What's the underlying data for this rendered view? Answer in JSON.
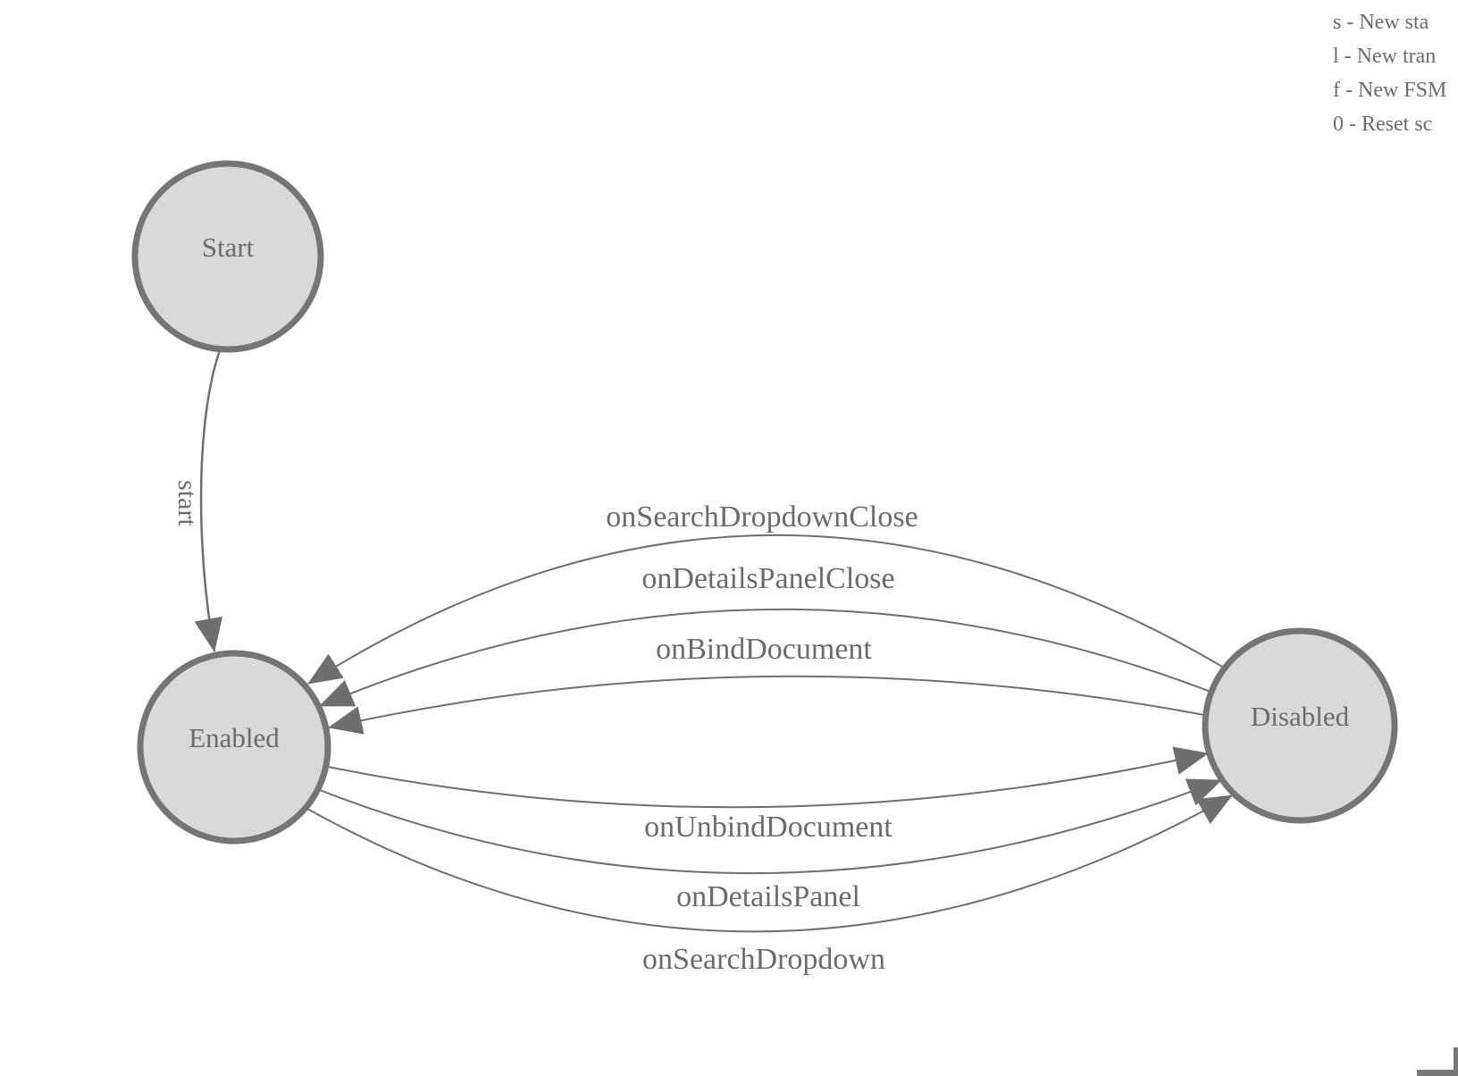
{
  "legend": {
    "items": [
      "s - New sta",
      "l - New tran",
      "f - New FSM",
      "0 - Reset sc"
    ]
  },
  "nodes": {
    "start": {
      "label": "Start"
    },
    "enabled": {
      "label": "Enabled"
    },
    "disabled": {
      "label": "Disabled"
    }
  },
  "transitions": {
    "start_to_enabled": {
      "label": "start"
    },
    "disabled_to_enabled": [
      {
        "label": "onSearchDropdownClose"
      },
      {
        "label": "onDetailsPanelClose"
      },
      {
        "label": "onBindDocument"
      }
    ],
    "enabled_to_disabled": [
      {
        "label": "onUnbindDocument"
      },
      {
        "label": "onDetailsPanel"
      },
      {
        "label": "onSearchDropdown"
      }
    ]
  },
  "colors": {
    "node_fill": "#d9d9d9",
    "node_stroke": "#757575",
    "edge_stroke": "#6e6e6e",
    "label_text": "#6b6b6b"
  }
}
